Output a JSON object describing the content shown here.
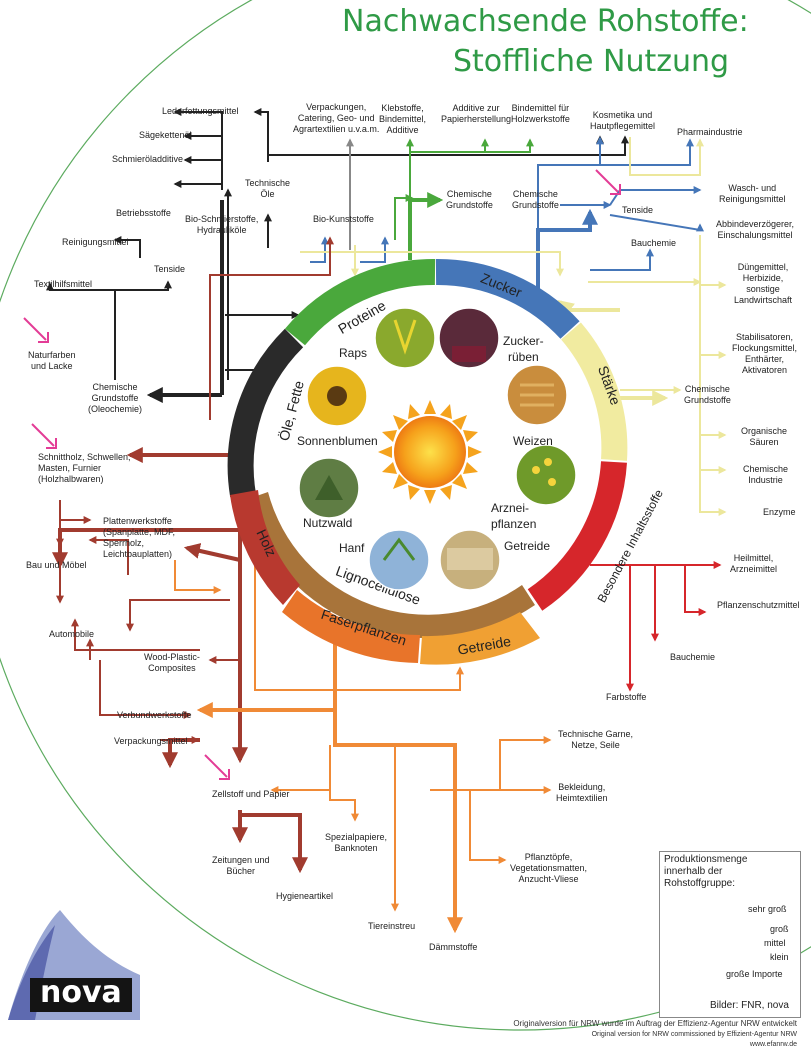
{
  "title": {
    "line1": "Nachwachsende Rohstoffe:",
    "line2": "Stoffliche Nutzung"
  },
  "ring_segments": {
    "proteine": "Proteine",
    "zucker": "Zucker",
    "staerke": "Stärke",
    "besondere": "Besondere Inhaltsstoffe",
    "getreide": "Getreide",
    "faserpflanzen": "Faserpflanzen",
    "lignocellulose": "Lignocellulose",
    "holz": "Holz",
    "oele": "Öle, Fette"
  },
  "plants": {
    "raps": "Raps",
    "zucker1": "Zucker-",
    "zucker2": "rüben",
    "weizen": "Weizen",
    "arznei1": "Arznei-",
    "arznei2": "pflanzen",
    "getreide": "Getreide",
    "hanf": "Hanf",
    "nutzwald": "Nutzwald",
    "sonnenblumen": "Sonnenblumen"
  },
  "labels": {
    "lederfett": "Lederfettungsmittel",
    "saegekette": "Sägekettenöl",
    "schmieroel": "Schmieröladditive",
    "betriebsstoffe": "Betriebsstoffe",
    "reinigung": "Reinigungsmittel",
    "tenside_l": "Tenside",
    "textilhilf": "Textilhilfsmittel",
    "naturfarben": "Naturfarben\nund Lacke",
    "chem_oleo": "Chemische\nGrundstoffe\n(Oleochemie)",
    "schnittholz": "Schnittholz, Schwellen,\nMasten, Furnier\n(Holzhalbwaren)",
    "platten": "Plattenwerkstoffe\n(Spanplatte, MDF,\nSperrholz,\nLeichtbauplatten)",
    "bau": "Bau und Möbel",
    "automobile": "Automobile",
    "wpc": "Wood-Plastic-\nComposites",
    "verbund": "Verbundwerkstoffe",
    "verpackung": "Verpackungsmittel",
    "zellstoff": "Zellstoff und Papier",
    "zeitungen": "Zeitungen und\nBücher",
    "hygiene": "Hygieneartikel",
    "spezial": "Spezialpapiere,\nBanknoten",
    "tiereinstreu": "Tiereinstreu",
    "daemm": "Dämmstoffe",
    "pflanztoepfe": "Pflanztöpfe,\nVegetationsmatten,\nAnzucht-Vliese",
    "bekleidung": "Bekleidung,\nHeimtextilien",
    "garne": "Technische Garne,\nNetze, Seile",
    "farbstoffe": "Farbstoffe",
    "bauchemie_b": "Bauchemie",
    "pflanzenschutz": "Pflanzenschutzmittel",
    "heilmittel": "Heilmittel,\nArzneimittel",
    "enzyme": "Enzyme",
    "chem_industrie": "Chemische\nIndustrie",
    "org_saeuren": "Organische\nSäuren",
    "chem_grund_r": "Chemische\nGrundstoffe",
    "stabilisatoren": "Stabilisatoren,\nFlockungsmittel,\nEnthärter,\nAktivatoren",
    "duengemittel": "Düngemittel,\nHerbizide,\nsonstige\nLandwirtschaft",
    "abbinde": "Abbindeverzögerer,\nEinschalungsmittel",
    "bauchemie_t": "Bauchemie",
    "wasch": "Wasch- und\nReinigungsmittel",
    "tenside_r": "Tenside",
    "pharma": "Pharmaindustrie",
    "kosmetik": "Kosmetika und\nHautpflegemittel",
    "chem_zucker": "Chemische\nGrundstoffe",
    "chem_protein": "Chemische\nGrundstoffe",
    "bindemittel": "Bindemittel für\nHolzwerkstoffe",
    "additive_papier": "Additive zur\nPapierherstellung",
    "klebstoffe": "Klebstoffe,\nBindemittel,\nAdditive",
    "verpackungen_top": "Verpackungen,\nCatering, Geo- und\nAgrartextilien u.v.a.m.",
    "techn_oele": "Technische\nÖle",
    "bio_schmier": "Bio-Schmierstoffe,\nHydrauliköle",
    "bio_kunst": "Bio-Kunststoffe"
  },
  "legend": {
    "title": "Produktionsmenge\ninnerhalb der\nRohstoffgruppe:",
    "sehr_gross": "sehr groß",
    "gross": "groß",
    "mittel": "mittel",
    "klein": "klein",
    "importe": "große Importe",
    "bilder": "Bilder: FNR, nova"
  },
  "logo": {
    "text": "nova"
  },
  "footer": {
    "line1": "Originalversion für NRW wurde im Auftrag der Effizienz-Agentur NRW entwickelt",
    "line2": "Original version for NRW commissioned by Effizient-Agentur NRW",
    "line3": "www.efanrw.de"
  },
  "colors": {
    "green_title": "#2f9a46",
    "oele": "#2a2a2a",
    "proteine": "#4aa83c",
    "zucker": "#4576b8",
    "staerke": "#f1eba0",
    "besondere": "#d6262b",
    "getreide": "#f0a033",
    "faserpflanzen": "#e8742a",
    "lignocellulose": "#a8743a",
    "holz": "#b8392f"
  }
}
